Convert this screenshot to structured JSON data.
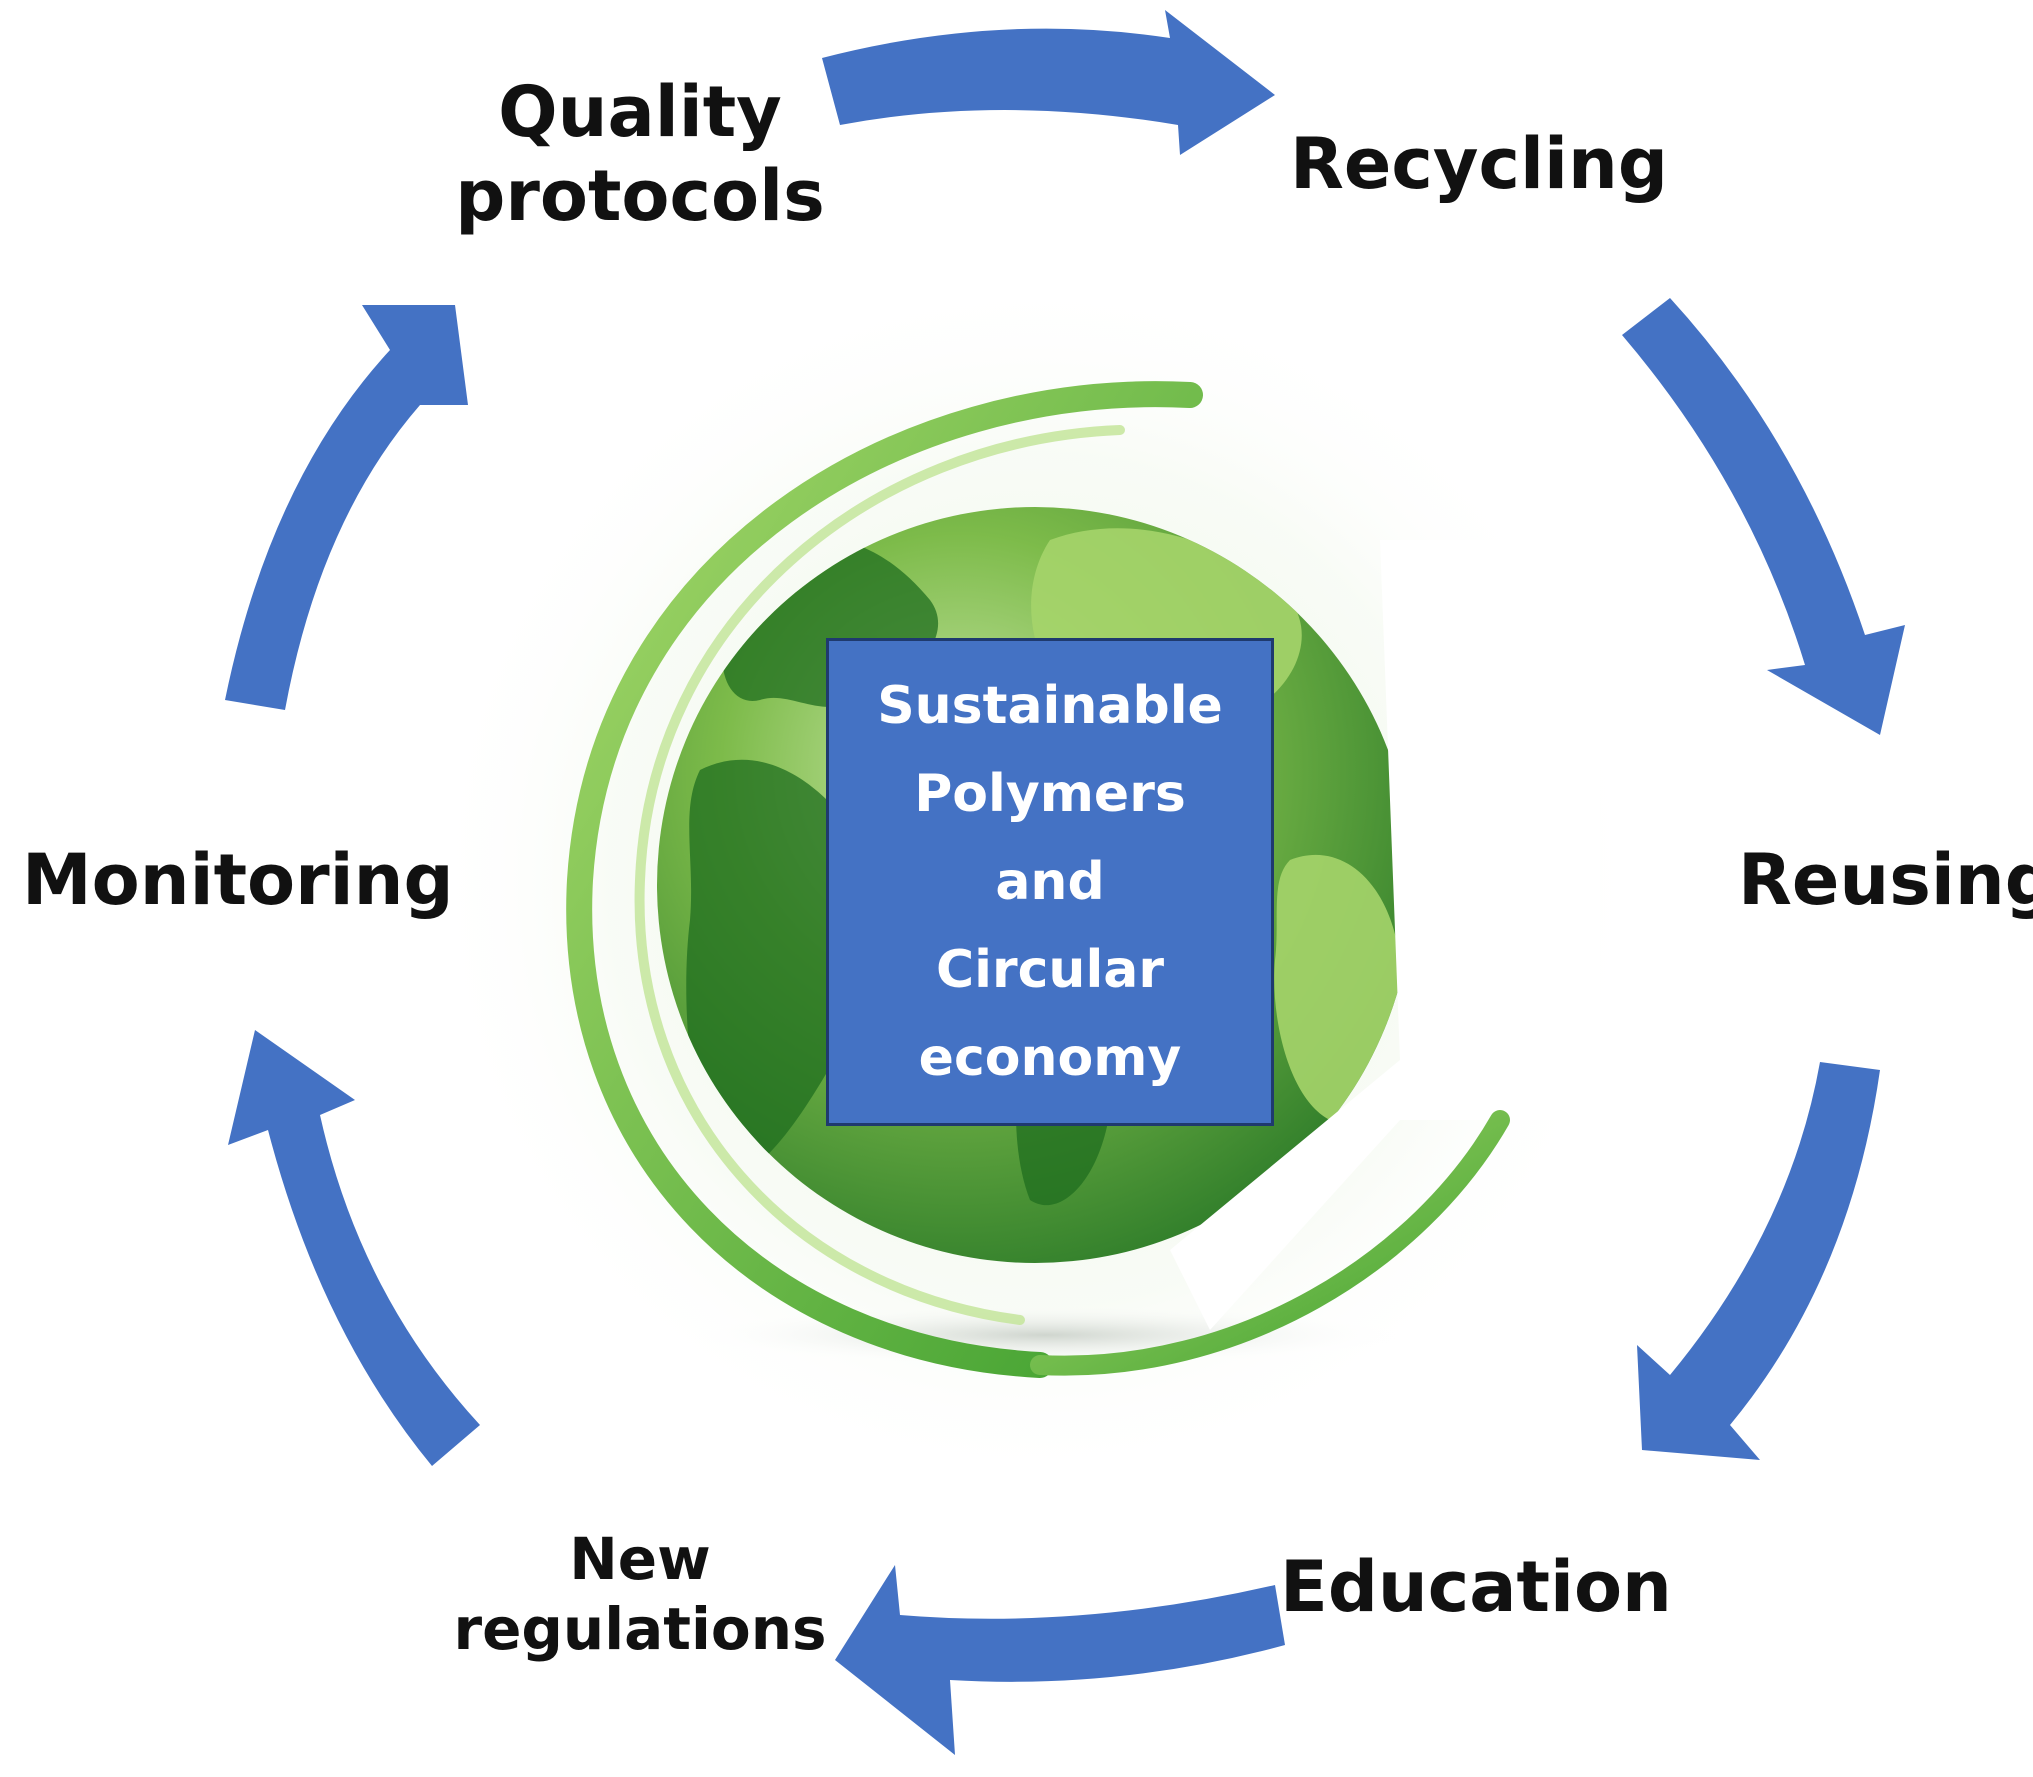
{
  "diagram": {
    "center": {
      "lines": [
        "Sustainable",
        "Polymers",
        "and",
        "Circular",
        "economy"
      ]
    },
    "nodes": {
      "quality_protocols": {
        "lines": [
          "Quality",
          "protocols"
        ]
      },
      "recycling": {
        "lines": [
          "Recycling"
        ]
      },
      "reusing": {
        "lines": [
          "Reusing"
        ]
      },
      "education": {
        "lines": [
          "Education"
        ]
      },
      "new_regulations": {
        "lines": [
          "New",
          "regulations"
        ]
      },
      "monitoring": {
        "lines": [
          "Monitoring"
        ]
      }
    },
    "cycle_order": [
      "Quality protocols",
      "Recycling",
      "Reusing",
      "Education",
      "New regulations",
      "Monitoring"
    ],
    "colors": {
      "arrow": "#4472c4",
      "center_box": "#4472c4",
      "center_box_border": "#1f3a6e",
      "center_text": "#ffffff",
      "label_text": "#111111",
      "globe_dark": "#2e8b2e",
      "globe_light": "#8cc63f"
    },
    "icons": [
      "globe-icon",
      "swirl-icon"
    ]
  }
}
